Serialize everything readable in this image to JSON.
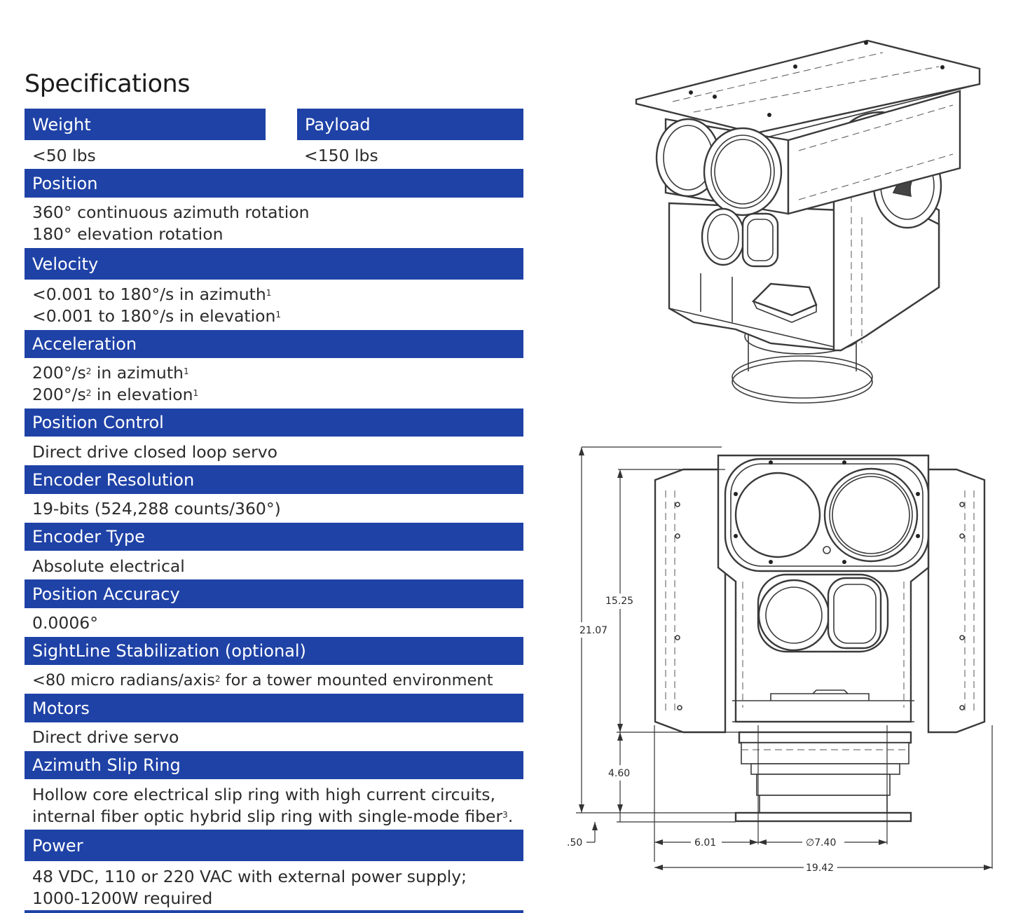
{
  "title": "Specifications",
  "specs": {
    "weight": {
      "label": "Weight",
      "value": "<50 lbs"
    },
    "payload": {
      "label": "Payload",
      "value": "<150 lbs"
    },
    "position": {
      "label": "Position",
      "line1": "360° continuous azimuth rotation",
      "line2": "180° elevation rotation"
    },
    "velocity": {
      "label": "Velocity",
      "line1": "<0.001 to 180°/s in azimuth",
      "line2": "<0.001 to 180°/s in elevation",
      "footnote": "1"
    },
    "acceleration": {
      "label": "Acceleration",
      "line1a": "200°/s",
      "line1b": " in azimuth",
      "line2a": "200°/s",
      "line2b": " in elevation",
      "squared": "2",
      "footnote": "1"
    },
    "position_control": {
      "label": "Position Control",
      "value": "Direct drive closed loop servo"
    },
    "encoder_resolution": {
      "label": "Encoder Resolution",
      "value": "19-bits (524,288 counts/360°)"
    },
    "encoder_type": {
      "label": "Encoder Type",
      "value": "Absolute electrical"
    },
    "position_accuracy": {
      "label": "Position Accuracy",
      "value": "0.0006°"
    },
    "stabilization": {
      "label": "SightLine Stabilization (optional)",
      "value_a": "<80 micro radians/axis",
      "footnote": "2",
      "value_b": " for a tower mounted environment"
    },
    "motors": {
      "label": "Motors",
      "value": "Direct drive servo"
    },
    "slip_ring": {
      "label": "Azimuth Slip Ring",
      "line1": "Hollow core electrical slip ring with high current circuits,",
      "line2a": "internal fiber optic hybrid slip ring with single-mode fiber",
      "footnote": "3",
      "line2b": "."
    },
    "power": {
      "label": "Power",
      "line1": "48 VDC, 110 or 220 VAC with external power supply;",
      "line2": "1000-1200W required"
    }
  },
  "drawing": {
    "dims": {
      "overall_height": "21.07",
      "upper_height": "15.25",
      "base_height": "4.60",
      "flange": ".50",
      "offset": "6.01",
      "base_dia": "∅7.40",
      "overall_width": "19.42"
    }
  },
  "colors": {
    "header_bar": "#1f42a6",
    "header_text": "#ffffff",
    "body_text": "#2b2b2b"
  }
}
